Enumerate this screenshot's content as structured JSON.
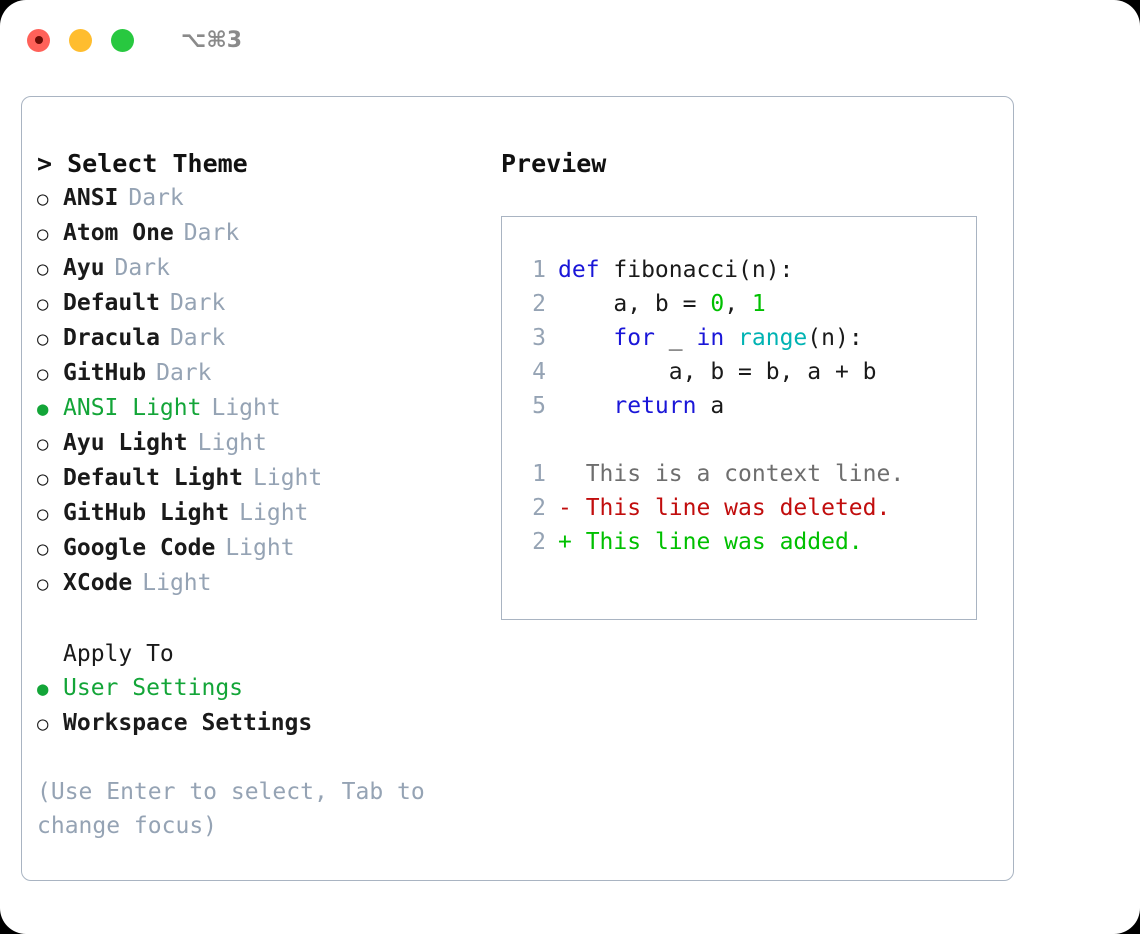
{
  "titlebar": {
    "buttons": [
      {
        "name": "close",
        "color": "#ff6159"
      },
      {
        "name": "minimize",
        "color": "#ffbd2e"
      },
      {
        "name": "maximize",
        "color": "#28c840"
      }
    ],
    "shortcut": "⌥⌘3"
  },
  "colors": {
    "accent_green": "#13a538",
    "muted": "#95a3b4",
    "border": "#a9b4c2",
    "text": "#1a1a1a",
    "keyword": "#1a16d8",
    "number": "#00c000",
    "function": "#00b3b3",
    "diff_deleted": "#c10d0d",
    "diff_added": "#00c000",
    "diff_context": "#6e6e6e"
  },
  "theme_picker": {
    "title": "> Select Theme",
    "items": [
      {
        "bullet": "○",
        "name": "ANSI",
        "tag": "Dark",
        "selected": false
      },
      {
        "bullet": "○",
        "name": "Atom One",
        "tag": "Dark",
        "selected": false
      },
      {
        "bullet": "○",
        "name": "Ayu",
        "tag": "Dark",
        "selected": false
      },
      {
        "bullet": "○",
        "name": "Default",
        "tag": "Dark",
        "selected": false
      },
      {
        "bullet": "○",
        "name": "Dracula",
        "tag": "Dark",
        "selected": false
      },
      {
        "bullet": "○",
        "name": "GitHub",
        "tag": "Dark",
        "selected": false
      },
      {
        "bullet": "●",
        "name": "ANSI Light",
        "tag": "Light",
        "selected": true
      },
      {
        "bullet": "○",
        "name": "Ayu Light",
        "tag": "Light",
        "selected": false
      },
      {
        "bullet": "○",
        "name": "Default Light",
        "tag": "Light",
        "selected": false
      },
      {
        "bullet": "○",
        "name": "GitHub Light",
        "tag": "Light",
        "selected": false
      },
      {
        "bullet": "○",
        "name": "Google Code",
        "tag": "Light",
        "selected": false
      },
      {
        "bullet": "○",
        "name": "XCode",
        "tag": "Light",
        "selected": false
      }
    ]
  },
  "apply_to": {
    "title": "Apply To",
    "options": [
      {
        "bullet": "●",
        "label": "User Settings",
        "selected": true
      },
      {
        "bullet": "○",
        "label": "Workspace Settings",
        "selected": false
      }
    ]
  },
  "hint": "(Use Enter to select, Tab to change focus)",
  "preview": {
    "title": "Preview",
    "code_lines": [
      {
        "number": "1",
        "tokens": [
          {
            "text": "def",
            "type": "keyword"
          },
          {
            "text": " fibonacci(n):",
            "type": "plain"
          }
        ]
      },
      {
        "number": "2",
        "tokens": [
          {
            "text": "    a, b = ",
            "type": "plain"
          },
          {
            "text": "0",
            "type": "number"
          },
          {
            "text": ", ",
            "type": "plain"
          },
          {
            "text": "1",
            "type": "number"
          }
        ]
      },
      {
        "number": "3",
        "tokens": [
          {
            "text": "    ",
            "type": "plain"
          },
          {
            "text": "for",
            "type": "keyword"
          },
          {
            "text": " _ ",
            "type": "plain"
          },
          {
            "text": "in",
            "type": "keyword"
          },
          {
            "text": " ",
            "type": "plain"
          },
          {
            "text": "range",
            "type": "function"
          },
          {
            "text": "(n):",
            "type": "plain"
          }
        ]
      },
      {
        "number": "4",
        "tokens": [
          {
            "text": "        a, b = b, a + b",
            "type": "plain"
          }
        ]
      },
      {
        "number": "5",
        "tokens": [
          {
            "text": "    ",
            "type": "plain"
          },
          {
            "text": "return",
            "type": "keyword"
          },
          {
            "text": " a",
            "type": "plain"
          }
        ]
      }
    ],
    "diff_lines": [
      {
        "number": "1",
        "marker": "  ",
        "text": "This is a context line.",
        "type": "context"
      },
      {
        "number": "2",
        "marker": "- ",
        "text": "This line was deleted.",
        "type": "deleted"
      },
      {
        "number": "2",
        "marker": "+ ",
        "text": "This line was added.",
        "type": "added"
      }
    ]
  }
}
